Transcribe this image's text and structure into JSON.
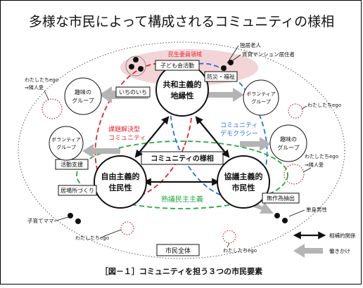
{
  "title": "多様な市民によって構成されるコミュニティの様相",
  "caption": "［図－１］コミュニティを担う３つの市民要素",
  "circles": {
    "top": [
      "共和主義的",
      "地縁性"
    ],
    "left": [
      "自由主義的",
      "住民性"
    ],
    "right": [
      "協議主義的",
      "市民性"
    ]
  },
  "center_label": "コミュニティの様相",
  "ellipse_labels": {
    "minsei": "民生委員領域",
    "kadai": [
      "課題解決型",
      "コミュニティ"
    ],
    "democracy": [
      "コミュニティ",
      "デモクラシー"
    ],
    "jukugi": "熟議民主主義"
  },
  "boxes": {
    "kodomokai": "子ども会活動",
    "bousai": "防災・福祉",
    "ichinoichi": "いちのいち",
    "katsudou": "活動支援",
    "ibasho": "居場所づくり",
    "muisaku": "無作為抽出",
    "shimin_zentai": "市民全体"
  },
  "groups": {
    "shumi_left": [
      "趣味の",
      "グループ"
    ],
    "volunteer_left": [
      "ボランティア",
      "グループ"
    ],
    "volunteer_right": [
      "ボランティア",
      "グループ"
    ],
    "shumi_right": [
      "趣味の",
      "グループ"
    ]
  },
  "people": {
    "dokkyo": "独居老人",
    "chintai": "賃貸マンション居住者",
    "tanshin": "単身男性",
    "kosodate": "子育てママ"
  },
  "ego": {
    "top_left": [
      "わたしたちego",
      "⇒隣人愛"
    ],
    "top_right": "わたしたちego",
    "mid_right": [
      "わたしたちego",
      "⇒隣人愛"
    ],
    "bottom_left": "わたしたちego",
    "bottom_right": "わたしたちego"
  },
  "legend": {
    "mutual": "相補的関係",
    "influence": "働きかけ"
  },
  "colors": {
    "red": "#e0282e",
    "blue": "#2a6fd6",
    "green": "#27a845",
    "gray": "#b4b4b4",
    "pink": "#f3d4d7",
    "black": "#111111"
  }
}
